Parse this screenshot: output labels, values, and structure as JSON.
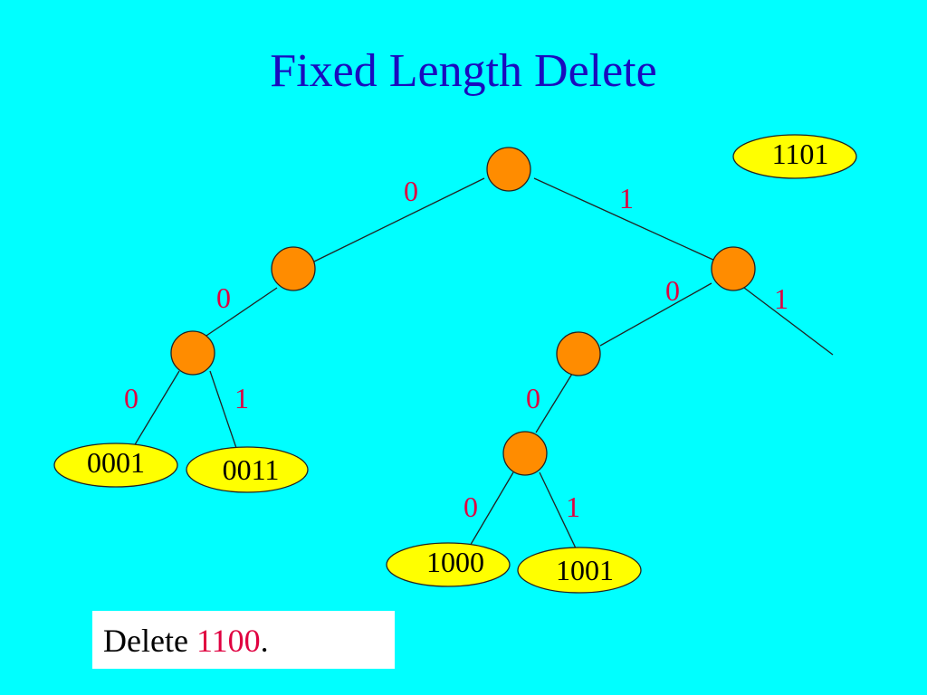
{
  "title": "Fixed Length Delete",
  "edge_labels": {
    "root_left": "0",
    "root_right": "1",
    "l_left": "0",
    "r_left": "0",
    "r_right": "1",
    "ll_left": "0",
    "ll_right": "1",
    "rl_left": "0",
    "rll_left": "0",
    "rll_right": "1"
  },
  "leaves": {
    "l0001": "0001",
    "l0011": "0011",
    "l1000": "1000",
    "l1001": "1001",
    "l1101": "1101"
  },
  "caption": {
    "prefix": "Delete ",
    "key": "1100",
    "suffix": "."
  },
  "colors": {
    "background": "#00FFFF",
    "title": "#1A0BBE",
    "internal_node": "#FF8C00",
    "leaf_node": "#FFFF00",
    "edge_label": "#E00040"
  }
}
